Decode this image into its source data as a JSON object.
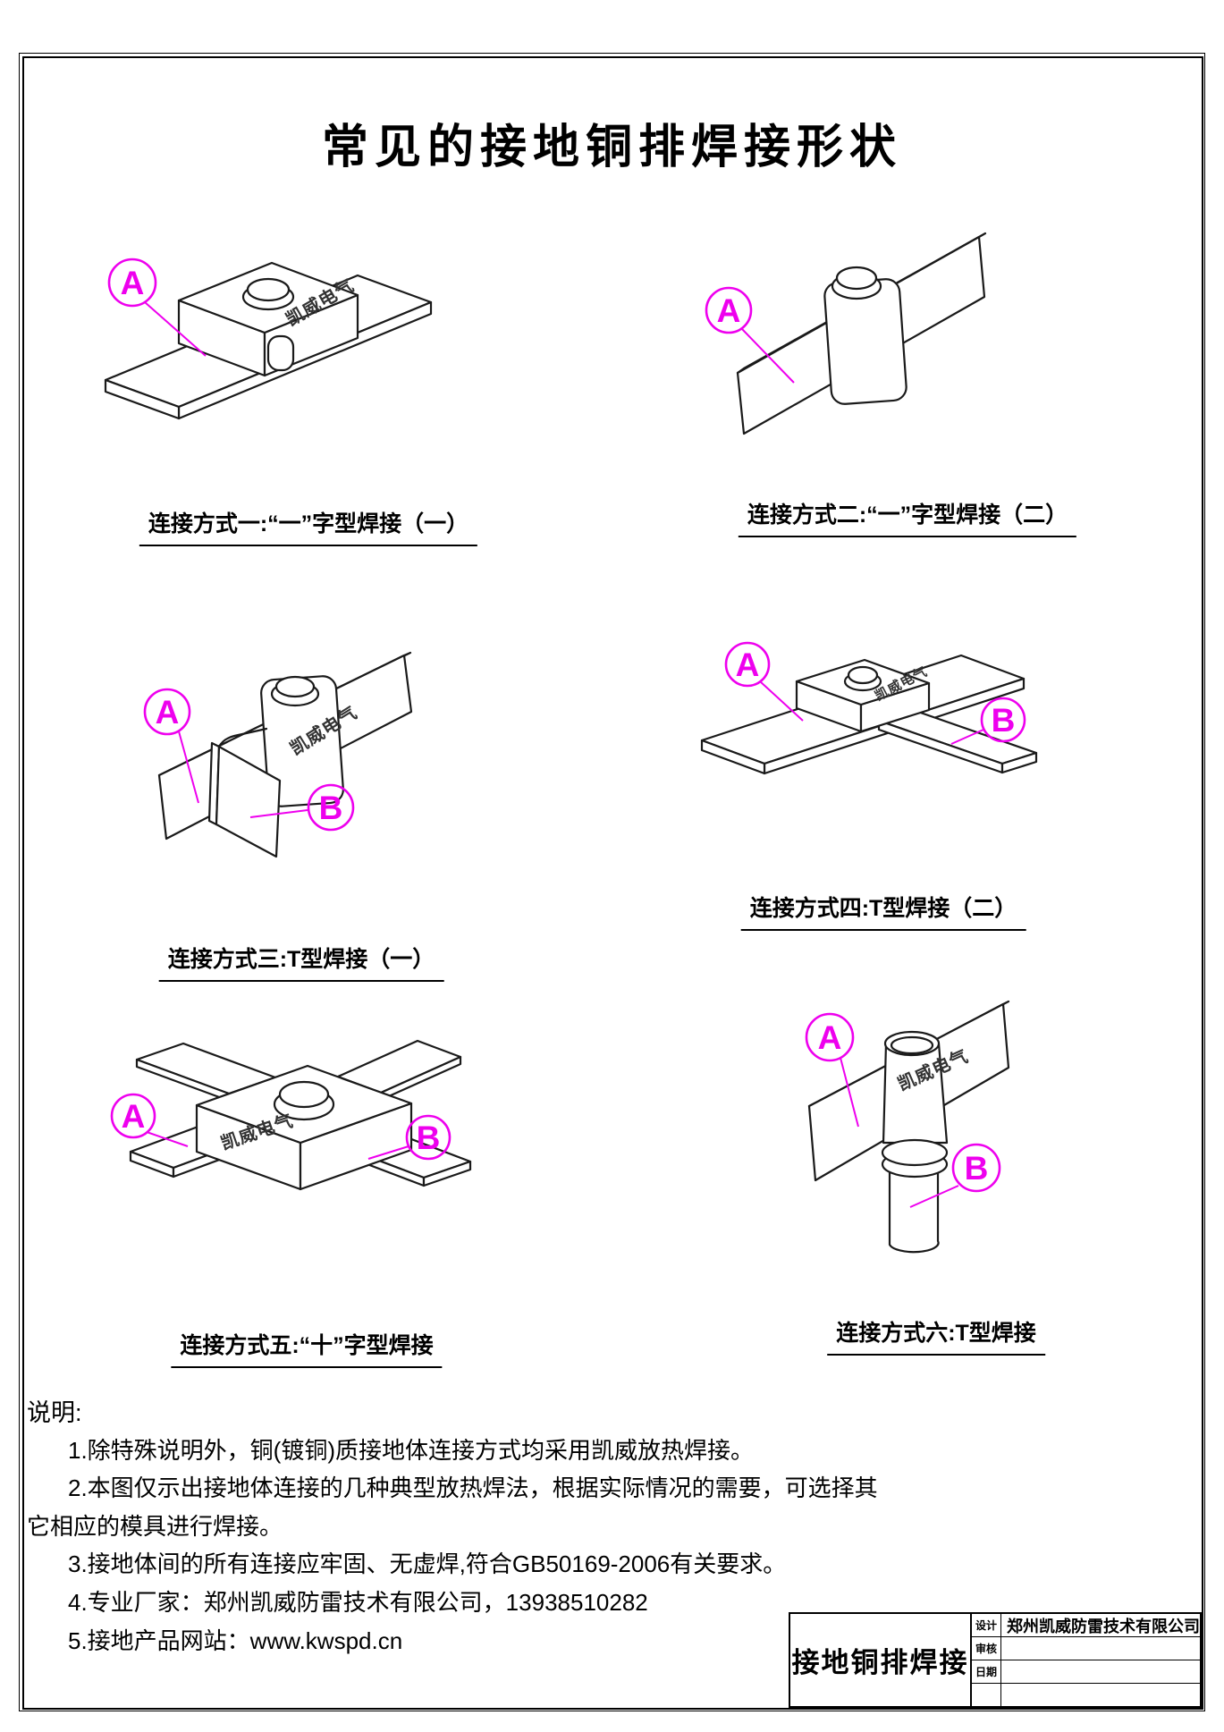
{
  "page": {
    "title": "常见的接地铜排焊接形状",
    "brand_text": "凯威电气",
    "accent_color": "#EE00EE",
    "line_color": "#1a1a1a"
  },
  "figures": [
    {
      "caption": "连接方式一:“一”字型焊接（一）",
      "label_a": "A"
    },
    {
      "caption": "连接方式二:“一”字型焊接（二）",
      "label_a": "A"
    },
    {
      "caption": "连接方式三:T型焊接（一）",
      "label_a": "A",
      "label_b": "B"
    },
    {
      "caption": "连接方式四:T型焊接（二）",
      "label_a": "A",
      "label_b": "B"
    },
    {
      "caption": "连接方式五:“十”字型焊接",
      "label_a": "A",
      "label_b": "B"
    },
    {
      "caption": "连接方式六:T型焊接",
      "label_a": "A",
      "label_b": "B"
    }
  ],
  "notes": {
    "heading": "说明:",
    "lines": [
      "1.除特殊说明外，铜(镀铜)质接地体连接方式均采用凯威放热焊接。",
      "2.本图仅示出接地体连接的几种典型放热焊法，根据实际情况的需要，可选择其",
      "它相应的模具进行焊接。",
      "3.接地体间的所有连接应牢固、无虚焊,符合GB50169-2006有关要求。",
      "4.专业厂家：郑州凯威防雷技术有限公司，13938510282",
      "5.接地产品网站：www.kwspd.cn"
    ]
  },
  "title_block": {
    "drawing_title": "接地铜排焊接",
    "rows": [
      {
        "label": "设计",
        "value": "郑州凯威防雷技术有限公司"
      },
      {
        "label": "审核",
        "value": ""
      },
      {
        "label": "日期",
        "value": ""
      },
      {
        "label": "",
        "value": ""
      }
    ]
  }
}
